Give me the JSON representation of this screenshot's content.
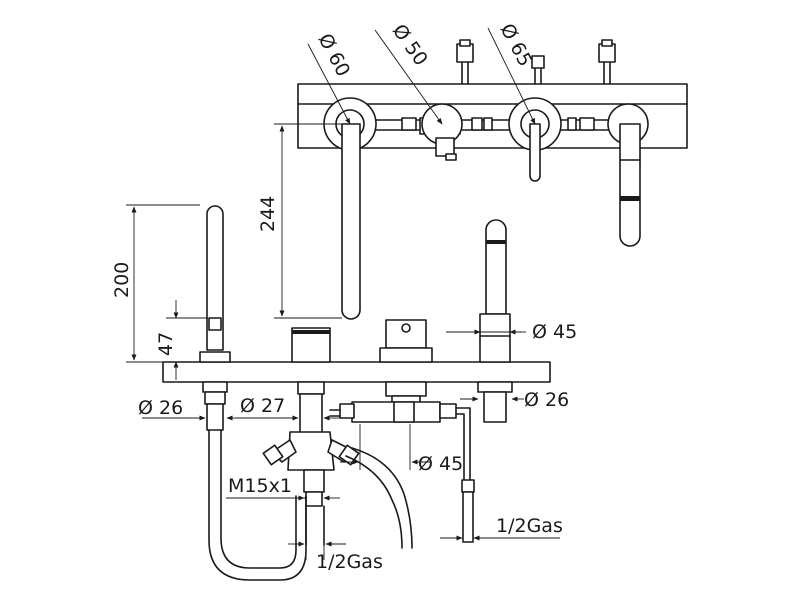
{
  "drawing": {
    "labels": {
      "dia_60": "Ø 60",
      "dia_50": "Ø 50",
      "dia_65": "Ø 65",
      "height_244": "244",
      "height_200": "200",
      "height_47": "47",
      "dia_45_top": "Ø 45",
      "dia_26_right": "Ø 26",
      "dia_26_left": "Ø 26",
      "dia_27": "Ø 27",
      "dia_45_bottom": "Ø 45",
      "thread_m15": "M15x1",
      "gas_right": "1/2Gas",
      "gas_left": "1/2Gas"
    },
    "colors": {
      "line": "#1a1a1a",
      "background": "#ffffff"
    }
  }
}
